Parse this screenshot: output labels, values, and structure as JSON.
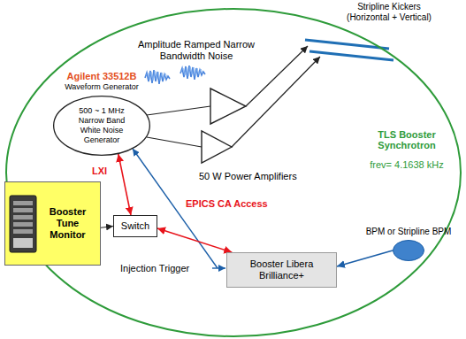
{
  "diagram": {
    "nodes": [
      {
        "text": [
          "TLS Booster Synchrotron",
          "frev= 4.1638 kHz"
        ]
      },
      {
        "text": [
          "Agilent 33512B",
          "Waveform Generator",
          "500 ~ 1 MHz Narrow Band White Noise Generator"
        ],
        "in": 0
      },
      {
        "text": [
          "Booster Tune Monitor"
        ]
      },
      {
        "text": [
          "Switch"
        ],
        "in": 0
      },
      {
        "text": [
          "Booster Libera Brilliance+"
        ],
        "in": 0
      },
      {
        "text": [
          "BPM or Stripline BPM"
        ],
        "in": 0
      }
    ],
    "edges": [
      {
        "from": 3,
        "to": 1,
        "arrow": "both",
        "label": "LXI"
      },
      {
        "from": 2,
        "to": 3,
        "arrow": "to"
      },
      {
        "from": 3,
        "to": 4,
        "arrow": "both",
        "label": "EPICS CA Access"
      },
      {
        "from": 5,
        "to": 4,
        "arrow": "to"
      }
    ],
    "labels": [
      "Stripline Kickers (Horizontal + Vertical)",
      "Amplitude Ramped Narrow Bandwidth Noise",
      "50 W Power Amplifiers",
      "Injection Trigger"
    ]
  }
}
